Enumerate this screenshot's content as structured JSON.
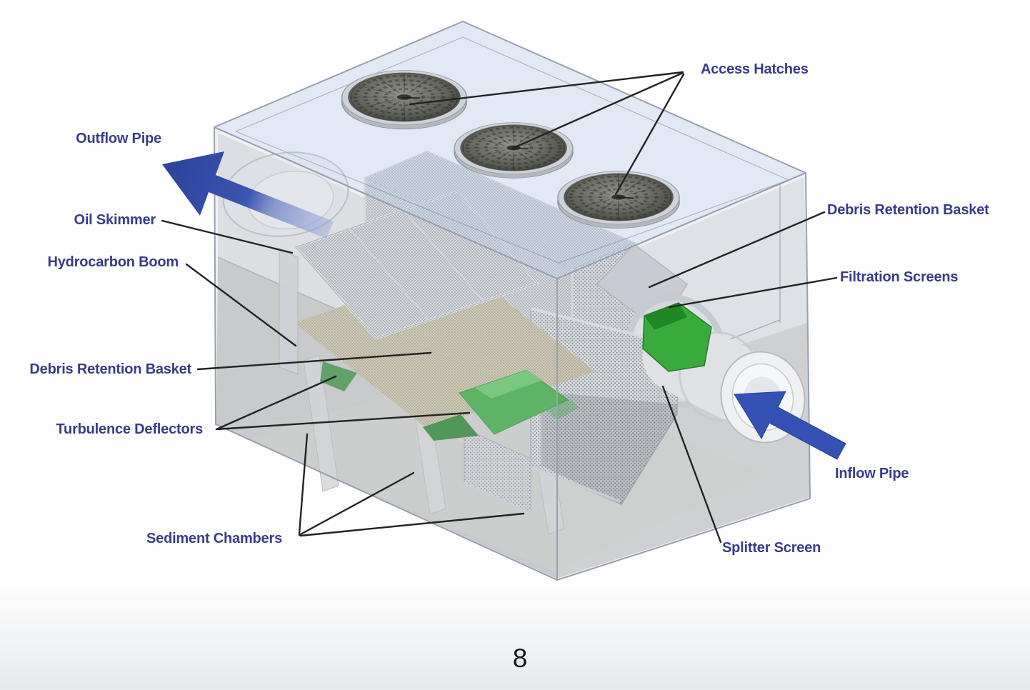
{
  "page": {
    "number": "8"
  },
  "diagram": {
    "description": "Cutaway 3D illustration of a stormwater treatment vault with labeled components",
    "labels": {
      "outflow_pipe": "Outflow Pipe",
      "oil_skimmer": "Oil Skimmer",
      "hydrocarbon_boom": "Hydrocarbon Boom",
      "debris_retention_basket_left": "Debris Retention Basket",
      "turbulence_deflectors": "Turbulence Deflectors",
      "sediment_chambers": "Sediment Chambers",
      "access_hatches": "Access Hatches",
      "debris_retention_basket_right": "Debris Retention Basket",
      "filtration_screens": "Filtration Screens",
      "inflow_pipe": "Inflow Pipe",
      "splitter_screen": "Splitter Screen"
    },
    "colors": {
      "label_text": "#383b8c",
      "leader_line": "#232323",
      "flow_arrow_blue": "#3452b4",
      "deflector_green": "#2da534",
      "shell_tint": "#c5d0ea"
    }
  }
}
